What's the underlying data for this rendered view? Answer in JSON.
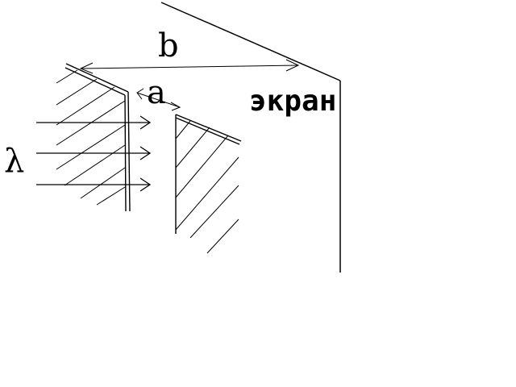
{
  "labels": {
    "b": "b",
    "a": "a",
    "lambda": "λ",
    "screen": "экран"
  },
  "colors": {
    "ink": "#000000",
    "background": "#ffffff"
  }
}
